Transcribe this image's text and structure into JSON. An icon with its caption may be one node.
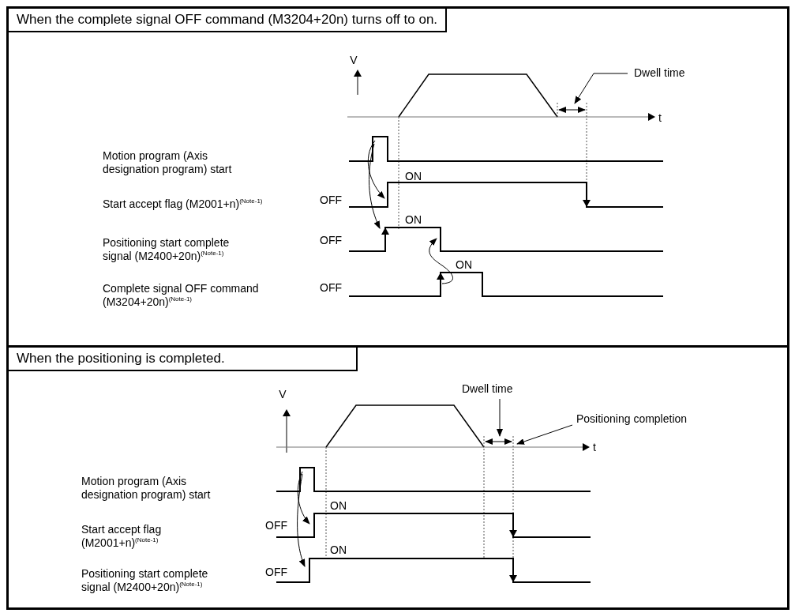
{
  "diagram": {
    "nodes": [
      {
        "text": [
          "When the complete signal OFF command (M3204+20n) turns off to on."
        ]
      },
      {
        "text": [
          "Dwell time"
        ],
        "in": 0
      },
      {
        "text": [
          "When the positioning is completed."
        ]
      },
      {
        "text": [
          "Dwell time"
        ],
        "in": 2
      },
      {
        "text": [
          "Positioning completion"
        ],
        "in": 2
      }
    ],
    "edges": [
      {
        "from": 1,
        "to": null,
        "arrow": "to"
      },
      {
        "from": 3,
        "to": null,
        "arrow": "to"
      },
      {
        "from": 4,
        "to": null,
        "arrow": "to"
      }
    ],
    "labels": [
      "V",
      "t",
      "Motion program (Axis designation program) start",
      "ON",
      "OFF",
      "Start accept flag (M2001+n)$^{(Note-1)}$",
      "ON",
      "OFF",
      "Positioning start complete signal (M2400+20n)$^{(Note-1)}$",
      "ON",
      "OFF",
      "Complete signal OFF command (M3204+20n)$^{(Note-1)}$",
      "V",
      "t",
      "Motion program (Axis designation program) start",
      "ON",
      "OFF",
      "Start accept flag (M2001+n)$^{(Note-1)}$",
      "ON",
      "OFF",
      "Positioning start complete signal (M2400+20n)$^{(Note-1)}$"
    ]
  }
}
